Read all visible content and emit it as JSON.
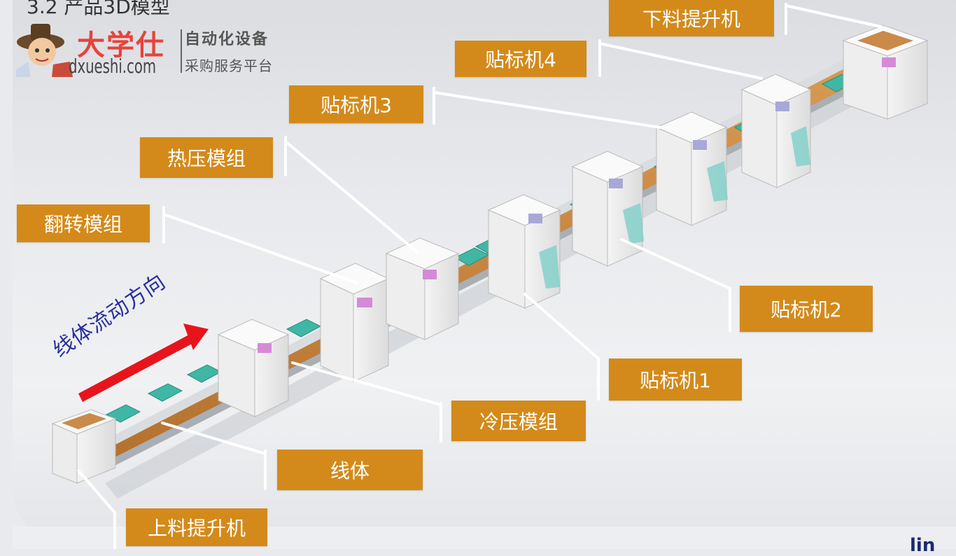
{
  "title": "3.2 产品3D模型",
  "logo": {
    "brand_cn": "大学仕",
    "brand_en": "dxueshi.com",
    "tagline_1": "自动化设备",
    "tagline_2": "采购服务平台"
  },
  "flow_direction": "线体流动方向",
  "labels": {
    "unloading_elevator": "下料提升机",
    "labeler_4": "贴标机4",
    "labeler_3": "贴标机3",
    "hot_press": "热压模组",
    "flip_module": "翻转模组",
    "labeler_2": "贴标机2",
    "labeler_1": "贴标机1",
    "cold_press": "冷压模组",
    "line_body": "线体",
    "loading_elevator": "上料提升机"
  },
  "corner_logo": "lin",
  "colors": {
    "label_bg": "#d38a1a",
    "flow_arrow": "#e8141b",
    "flow_text": "#2a2fa0",
    "brand_red": "#e8423b"
  }
}
